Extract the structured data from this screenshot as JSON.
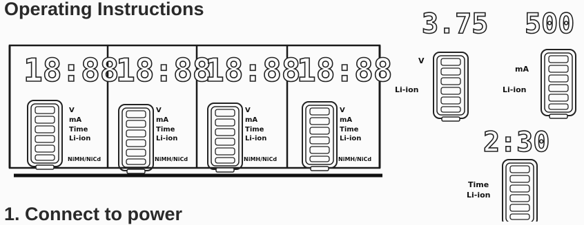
{
  "heading": "Operating Instructions",
  "section_heading": "1. Connect to power",
  "lcd_panel": {
    "slots": [
      {
        "digits": "18:88",
        "labels": [
          "V",
          "mA",
          "Time",
          "Li-ion"
        ],
        "chem": "NiMH/NiCd"
      },
      {
        "digits": "18:88",
        "labels": [
          "V",
          "mA",
          "Time",
          "Li-ion"
        ],
        "chem": "NiMH/NiCd"
      },
      {
        "digits": "18:88",
        "labels": [
          "V",
          "mA",
          "Time",
          "Li-ion"
        ],
        "chem": "NiMH/NiCd"
      },
      {
        "digits": "18:88",
        "labels": [
          "V",
          "mA",
          "Time",
          "Li-ion"
        ],
        "chem": "NiMH/NiCd"
      }
    ]
  },
  "examples": {
    "voltage": {
      "reading": "3.75",
      "unit": "V",
      "chem": "Li-ion"
    },
    "current": {
      "reading": "500",
      "unit": "mA",
      "chem": "Li-ion"
    },
    "time": {
      "reading": "2:30",
      "unit": "Time",
      "chem": "Li-ion"
    }
  }
}
